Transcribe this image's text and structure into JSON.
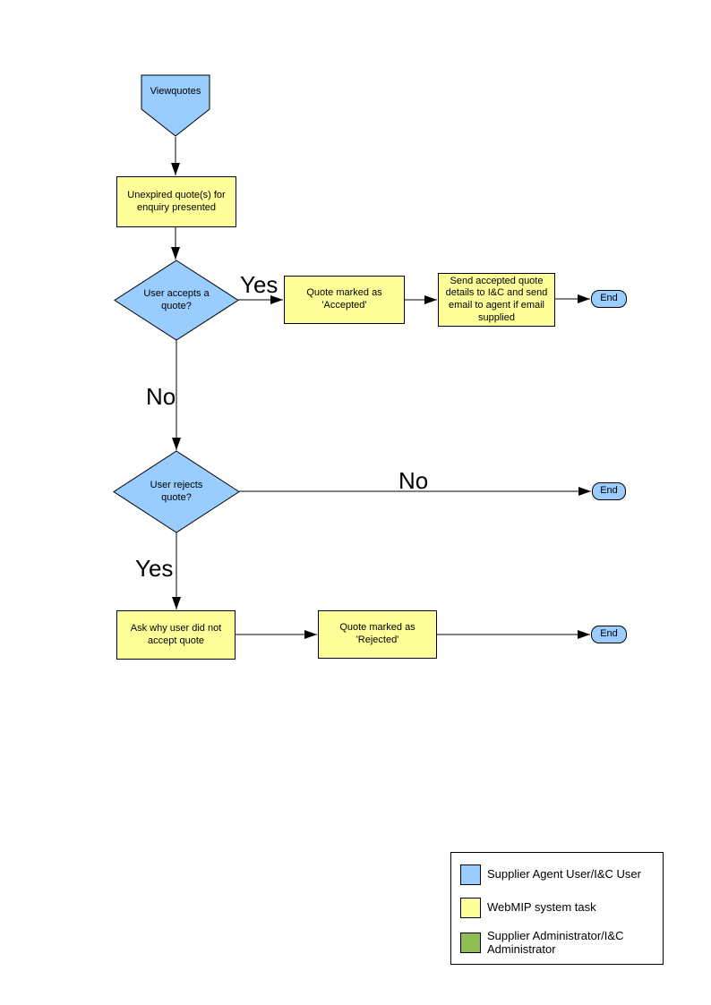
{
  "flowchart": {
    "start": "Viewquotes",
    "unexpired": "Unexpired quote(s) for enquiry presented",
    "accept_question": "User accepts a quote?",
    "accepted": "Quote  marked as 'Accepted'",
    "send_details": "Send accepted quote details to I&C and send email to agent if email supplied",
    "reject_question": "User rejects quote?",
    "ask_why": "Ask why user did not accept quote",
    "rejected": "Quote  marked as 'Rejected'",
    "end": "End",
    "yes": "Yes",
    "no": "No"
  },
  "legend": {
    "items": [
      {
        "color": "#99CCFF",
        "label": "Supplier Agent User/I&C User"
      },
      {
        "color": "#FFFF99",
        "label": "WebMIP system task"
      },
      {
        "color": "#8FBE55",
        "label": "Supplier Administrator/I&C Administrator"
      }
    ]
  },
  "colors": {
    "user_shape": "#99CCFF",
    "system_task_shape": "#FFFF99",
    "admin_shape": "#8FBE55",
    "connector": "#000000"
  }
}
